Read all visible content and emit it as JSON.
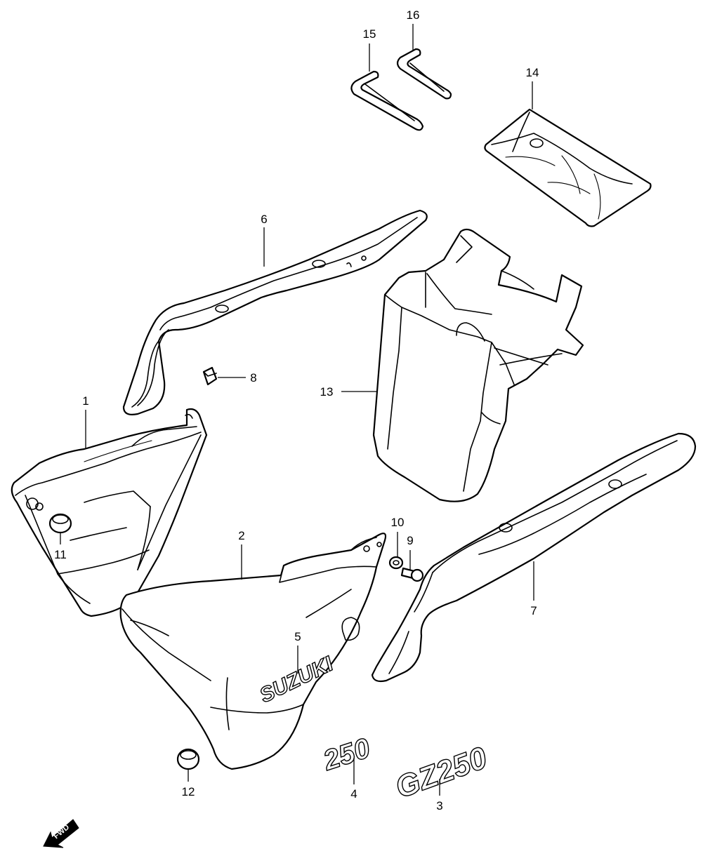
{
  "diagram": {
    "callouts": [
      {
        "id": "c1",
        "text": "1"
      },
      {
        "id": "c2",
        "text": "2"
      },
      {
        "id": "c3",
        "text": "3"
      },
      {
        "id": "c4",
        "text": "4"
      },
      {
        "id": "c5",
        "text": "5"
      },
      {
        "id": "c6",
        "text": "6"
      },
      {
        "id": "c7",
        "text": "7"
      },
      {
        "id": "c8",
        "text": "8"
      },
      {
        "id": "c9",
        "text": "9"
      },
      {
        "id": "c10",
        "text": "10"
      },
      {
        "id": "c11",
        "text": "11"
      },
      {
        "id": "c12",
        "text": "12"
      },
      {
        "id": "c13",
        "text": "13"
      },
      {
        "id": "c14",
        "text": "14"
      },
      {
        "id": "c15",
        "text": "15"
      },
      {
        "id": "c16",
        "text": "16"
      }
    ],
    "emblems": {
      "suzuki": "SUZUKI",
      "num250": "250",
      "gz250": "GZ250"
    },
    "direction_marker": "FWD"
  }
}
